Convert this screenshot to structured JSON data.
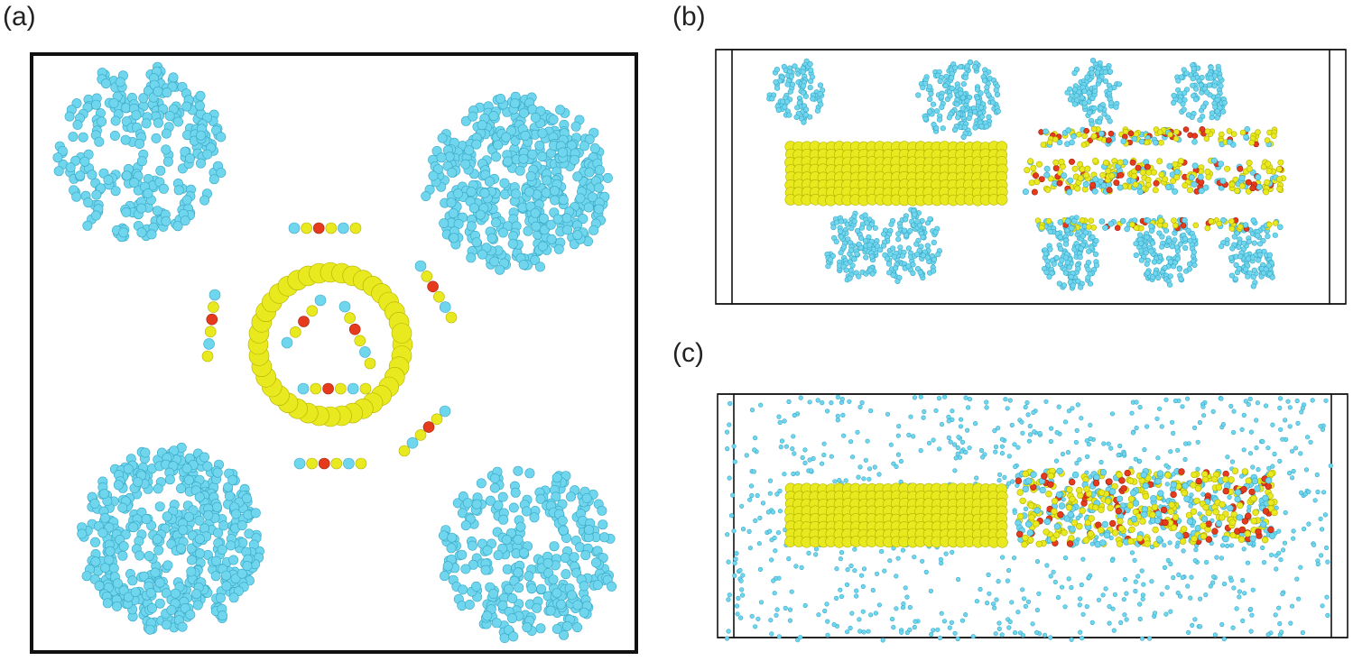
{
  "panels": {
    "a": {
      "label": "(a)"
    },
    "b": {
      "label": "(b)"
    },
    "c": {
      "label": "(c)"
    }
  },
  "colors": {
    "water": "#6fd6ee",
    "water_edge": "#3aa9c6",
    "carbon": "#e8ea1f",
    "carbon_edge": "#b3b000",
    "oxygen": "#e53a1c",
    "frame": "#111111"
  }
}
